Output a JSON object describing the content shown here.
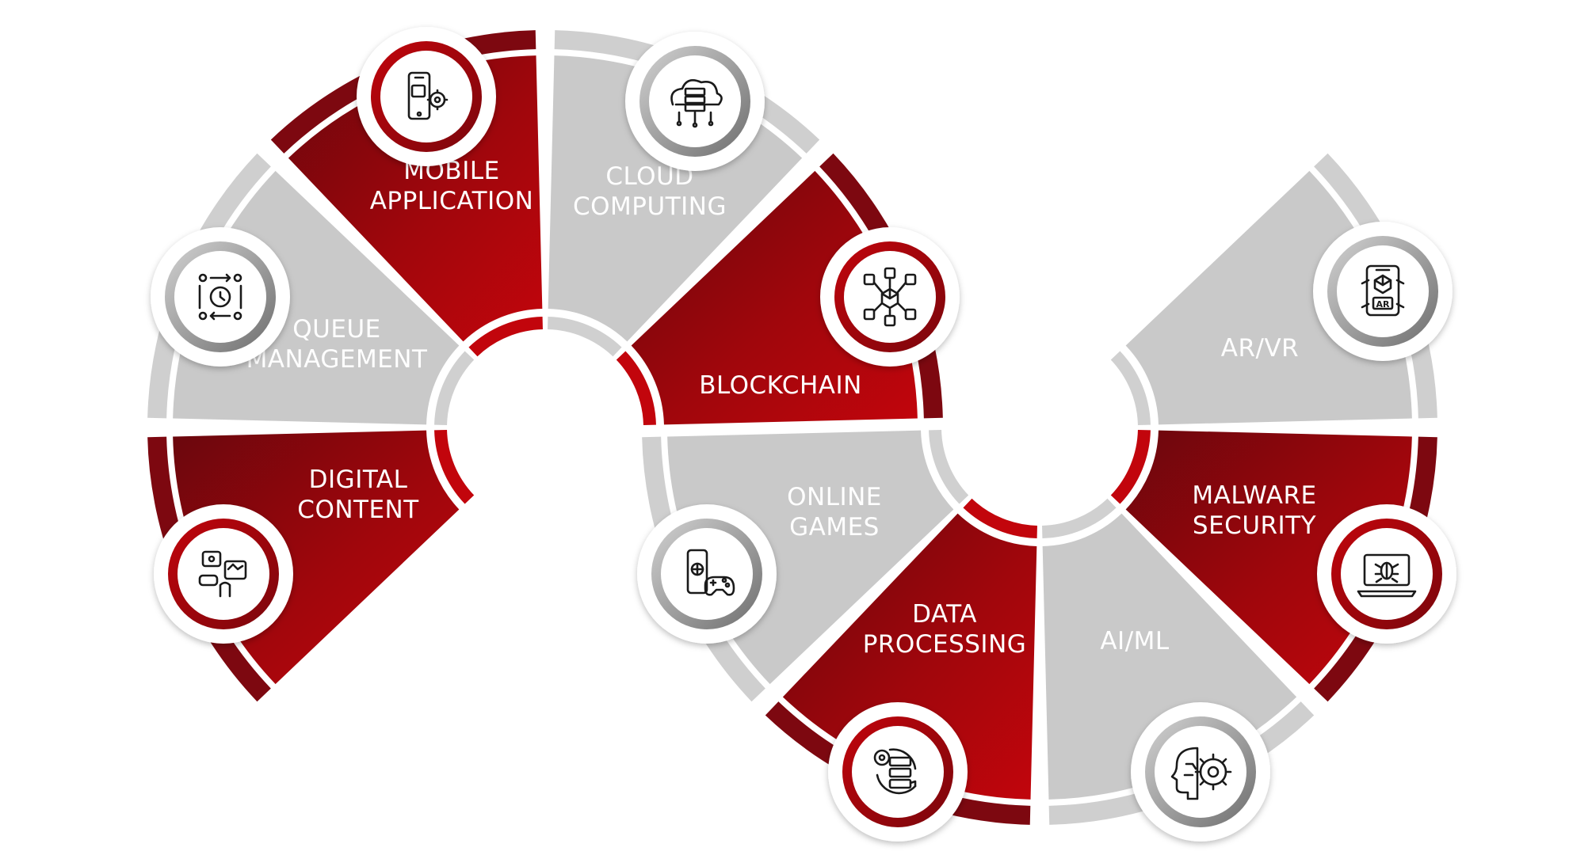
{
  "diagram": {
    "colors": {
      "red_light": "#c2050c",
      "red_dark": "#6a070d",
      "grey": "#c9c9c9",
      "grey_dark": "#8a8a8a",
      "white": "#ffffff",
      "icon": "#1a1a1a"
    },
    "segments": [
      {
        "id": "digital-content",
        "lines": [
          "DIGITAL",
          "CONTENT"
        ],
        "fill": "red",
        "icon": "chat-image-icon"
      },
      {
        "id": "queue-management",
        "lines": [
          "QUEUE",
          "MANAGEMENT"
        ],
        "fill": "grey",
        "icon": "queue-clock-icon"
      },
      {
        "id": "mobile-application",
        "lines": [
          "MOBILE",
          "APPLICATION"
        ],
        "fill": "red",
        "icon": "mobile-gear-icon"
      },
      {
        "id": "cloud-computing",
        "lines": [
          "CLOUD",
          "COMPUTING"
        ],
        "fill": "grey",
        "icon": "cloud-server-icon"
      },
      {
        "id": "blockchain",
        "lines": [
          "BLOCKCHAIN"
        ],
        "fill": "red",
        "icon": "blockchain-cube-icon"
      },
      {
        "id": "online-games",
        "lines": [
          "ONLINE",
          "GAMES"
        ],
        "fill": "grey",
        "icon": "gamepad-phone-icon"
      },
      {
        "id": "data-processing",
        "lines": [
          "DATA",
          "PROCESSING"
        ],
        "fill": "red",
        "icon": "database-gear-icon"
      },
      {
        "id": "ai-ml",
        "lines": [
          "AI/ML"
        ],
        "fill": "grey",
        "icon": "brain-gear-icon"
      },
      {
        "id": "malware-security",
        "lines": [
          "MALWARE",
          "SECURITY"
        ],
        "fill": "red",
        "icon": "laptop-bug-icon"
      },
      {
        "id": "ar-vr",
        "lines": [
          "AR/VR"
        ],
        "fill": "grey",
        "icon": "phone-ar-icon"
      }
    ],
    "ar_badge": "AR"
  }
}
